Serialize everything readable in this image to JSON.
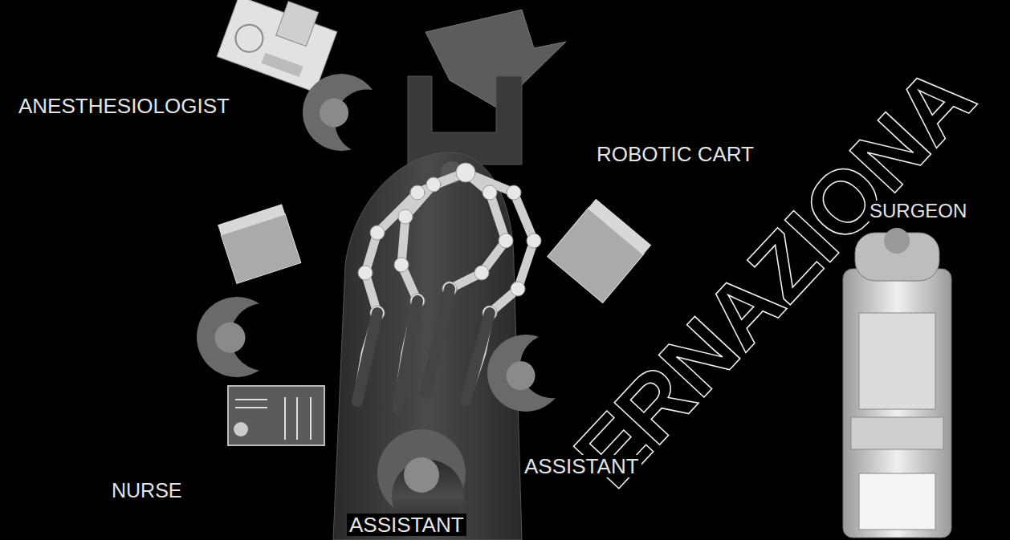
{
  "diagram": {
    "labels": [
      "ANESTHESIOLOGIST",
      "ROBOTIC CART",
      "SURGEON",
      "NURSE",
      "ASSISTANT",
      "ASSISTANT",
      "ERNAZIONA"
    ]
  }
}
